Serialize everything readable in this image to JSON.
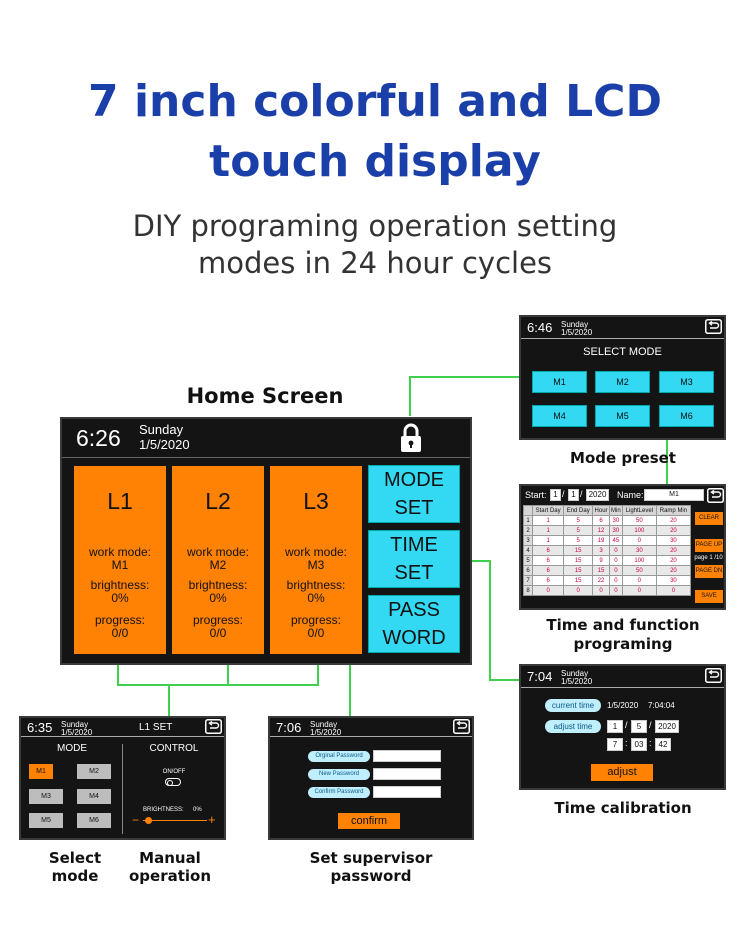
{
  "headline": {
    "line1": "7 inch colorful and LCD",
    "line2": "touch display"
  },
  "subheadline": {
    "line1": "DIY programing operation setting",
    "line2": "modes in 24 hour cycles"
  },
  "home": {
    "caption": "Home Screen",
    "time": "6:26",
    "day": "Sunday",
    "date": "1/5/2020",
    "lights": [
      {
        "name": "L1",
        "mode_label": "work mode:",
        "mode": "M1",
        "brightness_label": "brightness:",
        "brightness": "0%",
        "progress_label": "progress:",
        "progress": "0/0"
      },
      {
        "name": "L2",
        "mode_label": "work mode:",
        "mode": "M2",
        "brightness_label": "brightness:",
        "brightness": "0%",
        "progress_label": "progress:",
        "progress": "0/0"
      },
      {
        "name": "L3",
        "mode_label": "work mode:",
        "mode": "M3",
        "brightness_label": "brightness:",
        "brightness": "0%",
        "progress_label": "progress:",
        "progress": "0/0"
      }
    ],
    "buttons": {
      "mode_1": "MODE",
      "mode_2": "SET",
      "time_1": "TIME",
      "time_2": "SET",
      "pass_1": "PASS",
      "pass_2": "WORD"
    }
  },
  "mode_preset": {
    "caption": "Mode preset",
    "time": "6:46",
    "day": "Sunday",
    "date": "1/5/2020",
    "title": "SELECT MODE",
    "modes": [
      "M1",
      "M2",
      "M3",
      "M4",
      "M5",
      "M6"
    ]
  },
  "programing": {
    "caption": "Time and function programing",
    "start_label": "Start:",
    "start_month": "1",
    "start_day": "1",
    "start_year": "2020",
    "name_label": "Name:",
    "name_value": "M1",
    "columns": [
      "",
      "Start Day",
      "End Day",
      "Hour",
      "Min",
      "LightLevel",
      "Ramp Min"
    ],
    "rows": [
      [
        "1",
        "1",
        "5",
        "6",
        "30",
        "50",
        "20"
      ],
      [
        "2",
        "1",
        "5",
        "12",
        "30",
        "100",
        "20"
      ],
      [
        "3",
        "1",
        "5",
        "19",
        "45",
        "0",
        "30"
      ],
      [
        "4",
        "6",
        "15",
        "3",
        "0",
        "30",
        "20"
      ],
      [
        "5",
        "6",
        "15",
        "9",
        "0",
        "100",
        "20"
      ],
      [
        "6",
        "6",
        "15",
        "15",
        "0",
        "50",
        "20"
      ],
      [
        "7",
        "6",
        "15",
        "22",
        "0",
        "0",
        "30"
      ],
      [
        "8",
        "0",
        "0",
        "0",
        "0",
        "0",
        "0"
      ]
    ],
    "buttons": {
      "clear": "CLEAR",
      "page_up": "PAGE UP",
      "page_info": "page 1 /10",
      "page_dn": "PAGE DN",
      "save": "SAVE"
    }
  },
  "calibration": {
    "caption": "Time calibration",
    "time": "7:04",
    "day": "Sunday",
    "date": "1/5/2020",
    "current_label": "current time",
    "current_date": "1/5/2020",
    "current_time": "7:04:04",
    "adjust_label": "adjust time",
    "adj_month": "1",
    "adj_day": "5",
    "adj_year": "2020",
    "adj_hour": "7",
    "adj_min": "03",
    "adj_sec": "42",
    "adjust_button": "adjust"
  },
  "l1set": {
    "caption_1": "Select",
    "caption_2": "mode",
    "caption_3": "Manual",
    "caption_4": "operation",
    "time": "6:35",
    "day": "Sunday",
    "date": "1/5/2020",
    "title": "L1 SET",
    "mode_label": "MODE",
    "control_label": "CONTROL",
    "modes": [
      "M1",
      "M2",
      "M3",
      "M4",
      "M5",
      "M6"
    ],
    "onoff_label": "ON/OFF",
    "brightness_label": "BRIGHTNESS:",
    "brightness_value": "0%",
    "minus": "−",
    "plus": "+"
  },
  "password": {
    "caption_1": "Set supervisor",
    "caption_2": "password",
    "time": "7:06",
    "day": "Sunday",
    "date": "1/5/2020",
    "fields": [
      "Orginal Password",
      "New Password",
      "Confirm Password"
    ],
    "confirm": "confirm"
  },
  "colors": {
    "accent_orange": "#ff8205",
    "accent_cyan": "#33d8f3",
    "link_green": "#3fd14e",
    "headline_blue": "#1a3fa8"
  }
}
